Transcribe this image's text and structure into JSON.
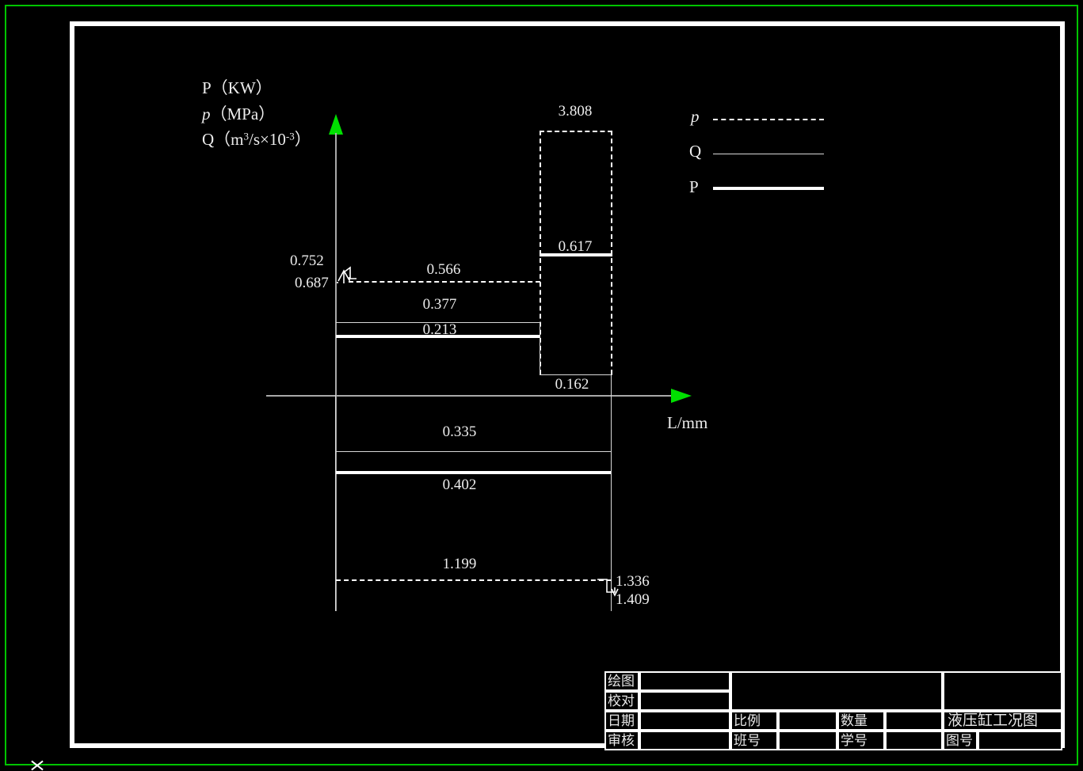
{
  "drawing": {
    "title": "液压缸工况图",
    "axis": {
      "y_labels": [
        "P（KW）",
        "p（MPa）",
        "Q（m3/s×10-3）"
      ],
      "y_label_1": "P（KW）",
      "y_label_2_sym": "p",
      "y_label_2_unit": "（MPa）",
      "y_label_3_sym": "Q",
      "y_label_3_unit_a": "（m",
      "y_label_3_sup_a": "3",
      "y_label_3_unit_b": "/s×10",
      "y_label_3_sup_b": "-3",
      "y_label_3_unit_c": "）",
      "x_label": "L/mm"
    },
    "legend": {
      "items": [
        {
          "label": "p",
          "style": "dashed",
          "italic": true
        },
        {
          "label": "Q",
          "style": "thin-solid",
          "italic": false
        },
        {
          "label": "P",
          "style": "thick-solid",
          "italic": false
        }
      ],
      "p_label": "p",
      "q_label": "Q",
      "pp_label": "P"
    },
    "values": {
      "pressure_peak": "3.808",
      "power_step3": "0.617",
      "pressure_left_upper": "0.752",
      "pressure_left_lower": "0.687",
      "pressure_seg1": "0.566",
      "flow_seg1": "0.377",
      "power_seg1": "0.213",
      "flow_step3": "0.162",
      "flow_lower": "0.335",
      "power_lower": "0.402",
      "pressure_lower": "1.199",
      "pressure_right_upper": "1.336",
      "pressure_right_lower": "1.409"
    },
    "title_block": {
      "rows": [
        {
          "label": "绘图",
          "value": ""
        },
        {
          "label": "校对",
          "value": ""
        },
        {
          "label": "日期",
          "value": ""
        },
        {
          "label": "审核",
          "value": ""
        }
      ],
      "label_huitu": "绘图",
      "label_jiaodui": "校对",
      "label_riqi": "日期",
      "label_shenhe": "审核",
      "label_bili": "比例",
      "label_shuliang": "数量",
      "label_banhao": "班号",
      "label_xuehao": "学号",
      "label_tuhao": "图号",
      "drawing_name": "液压缸工况图",
      "value_huitu": "",
      "value_jiaodui": "",
      "value_riqi": "",
      "value_shenhe": "",
      "value_bili": "",
      "value_shuliang": "",
      "value_banhao": "",
      "value_xuehao": "",
      "value_tuhao": "",
      "value_center_top": ""
    },
    "colors": {
      "background": "#000000",
      "outer_border": "#00c400",
      "inner_border": "#ffffff",
      "axis": "#a8a8a8",
      "arrow": "#00e000",
      "stroke": "#ffffff"
    }
  },
  "chart_data": {
    "type": "line",
    "title": "液压缸工况图",
    "xlabel": "L/mm",
    "ylabel": "P（KW） p（MPa） Q（m3/s×10-3）",
    "description": "Hydraulic cylinder working-condition diagram: stepped p/Q/P curves above and below the L axis",
    "series": [
      {
        "name": "p",
        "style": "dashed",
        "segments": [
          {
            "stage": 1,
            "value": 0.566,
            "region": "above"
          },
          {
            "stage": 3,
            "value": 3.808,
            "region": "above"
          },
          {
            "stage": "lower",
            "value": 1.199,
            "region": "below"
          }
        ],
        "endpoint_labels": {
          "left_upper": 0.752,
          "left_lower": 0.687,
          "right_upper": 1.336,
          "right_lower": 1.409
        }
      },
      {
        "name": "Q",
        "style": "thin-solid",
        "segments": [
          {
            "stage": 1,
            "value": 0.377,
            "region": "above"
          },
          {
            "stage": 3,
            "value": 0.162,
            "region": "above"
          },
          {
            "stage": "lower",
            "value": 0.335,
            "region": "below"
          }
        ]
      },
      {
        "name": "P",
        "style": "thick-solid",
        "segments": [
          {
            "stage": 1,
            "value": 0.213,
            "region": "above"
          },
          {
            "stage": 3,
            "value": 0.617,
            "region": "above"
          },
          {
            "stage": "lower",
            "value": 0.402,
            "region": "below"
          }
        ]
      }
    ],
    "annotations": [
      "3.808",
      "0.617",
      "0.752",
      "0.687",
      "0.566",
      "0.377",
      "0.213",
      "0.162",
      "0.335",
      "0.402",
      "1.199",
      "1.336",
      "1.409"
    ],
    "grid": false,
    "legend_position": "top-right"
  }
}
